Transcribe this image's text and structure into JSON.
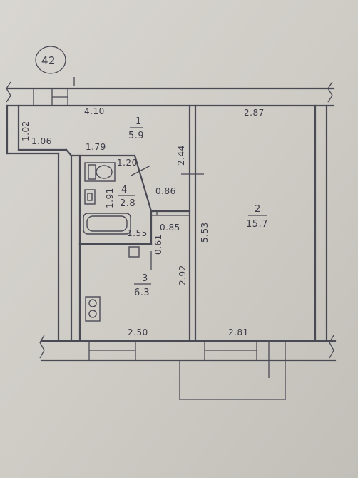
{
  "plan": {
    "apartment_number": "42",
    "rooms": [
      {
        "number": "1",
        "area": "5.9"
      },
      {
        "number": "2",
        "area": "15.7"
      },
      {
        "number": "3",
        "area": "6.3"
      },
      {
        "number": "4",
        "area": "2.8"
      }
    ],
    "dimensions": {
      "top_left": "4.10",
      "top_right": "2.87",
      "left_vertical": "1.02",
      "left_step": "1.06",
      "hall_width": "1.79",
      "hall_depth": "2.44",
      "bath_top": "1.20",
      "bath_side": "1.91",
      "closet_top": "0.86",
      "closet_bottom": "0.85",
      "bath_bottom": "1.55",
      "door_gap": "0.61",
      "room_depth": "5.53",
      "kitchen_depth": "2.92",
      "kitchen_width": "2.50",
      "room_width": "2.81"
    }
  }
}
